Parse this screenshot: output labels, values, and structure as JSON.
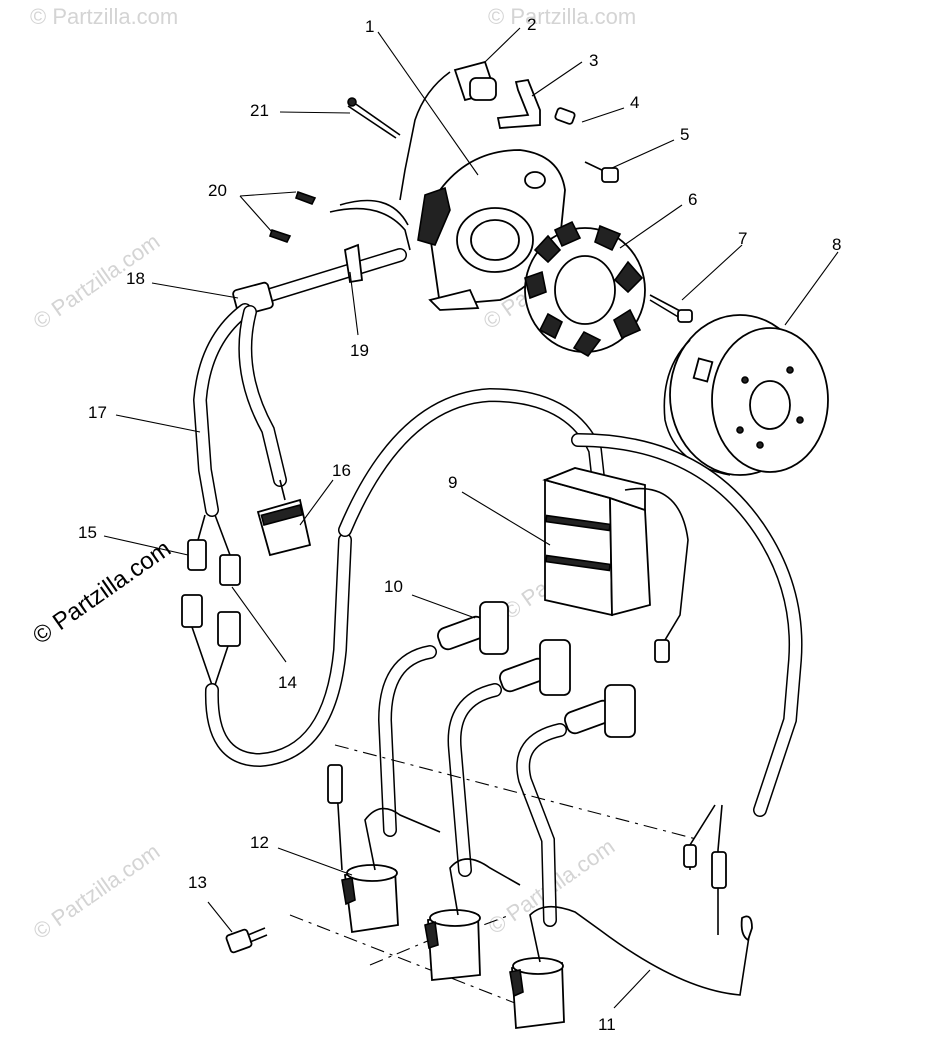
{
  "watermarks": {
    "main": "© Partzilla.com",
    "faint": "© Partzilla.com"
  },
  "callouts": [
    {
      "id": "1",
      "label": "1"
    },
    {
      "id": "2",
      "label": "2"
    },
    {
      "id": "3",
      "label": "3"
    },
    {
      "id": "4",
      "label": "4"
    },
    {
      "id": "5",
      "label": "5"
    },
    {
      "id": "6",
      "label": "6"
    },
    {
      "id": "7",
      "label": "7"
    },
    {
      "id": "8",
      "label": "8"
    },
    {
      "id": "9",
      "label": "9"
    },
    {
      "id": "10",
      "label": "10"
    },
    {
      "id": "11",
      "label": "11"
    },
    {
      "id": "12",
      "label": "12"
    },
    {
      "id": "13",
      "label": "13"
    },
    {
      "id": "14",
      "label": "14"
    },
    {
      "id": "15",
      "label": "15"
    },
    {
      "id": "16",
      "label": "16"
    },
    {
      "id": "17",
      "label": "17"
    },
    {
      "id": "18",
      "label": "18"
    },
    {
      "id": "19",
      "label": "19"
    },
    {
      "id": "20",
      "label": "20"
    },
    {
      "id": "21",
      "label": "21"
    }
  ]
}
